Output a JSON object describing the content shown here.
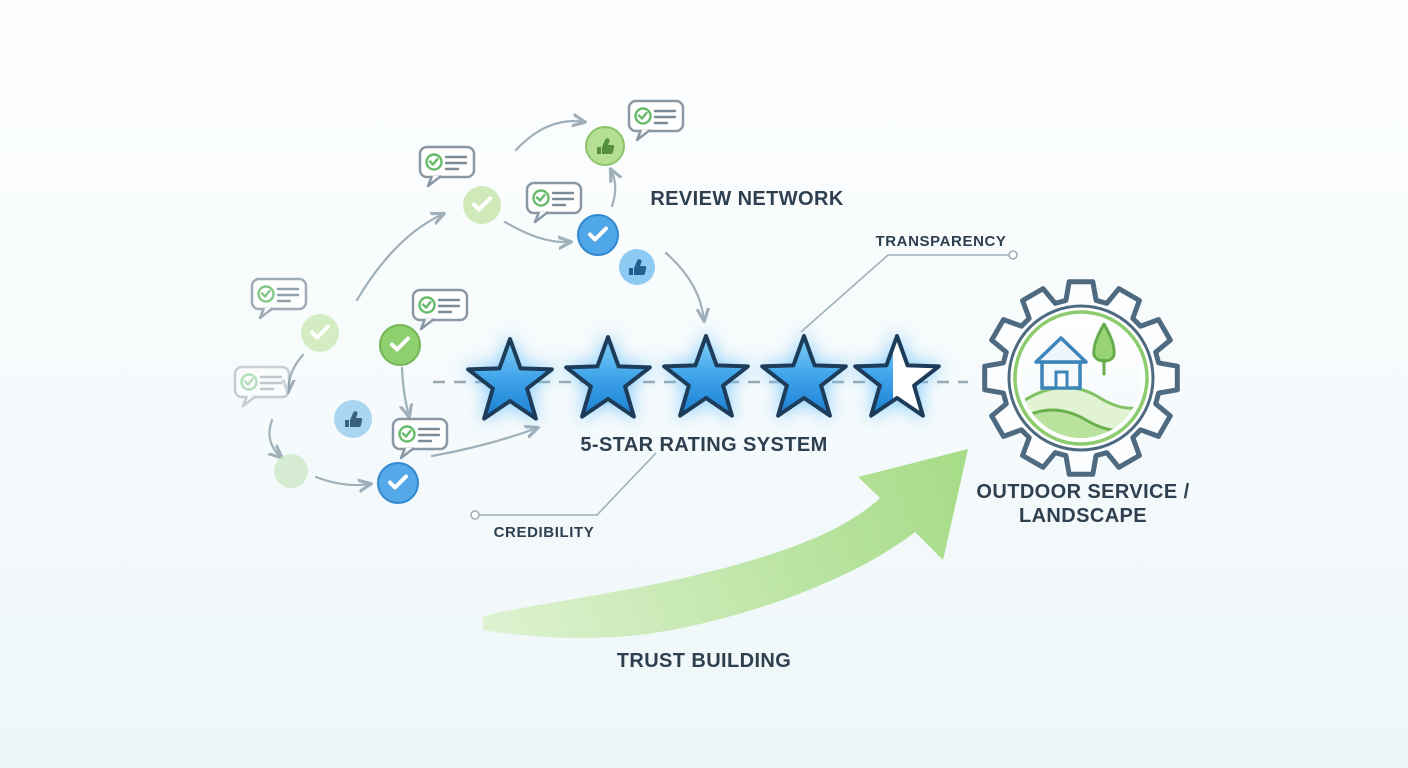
{
  "labels": {
    "review_network": "REVIEW NETWORK",
    "transparency": "TRANSPARENCY",
    "rating_system": "5-STAR RATING SYSTEM",
    "credibility": "CREDIBILITY",
    "trust_building": "TRUST BUILDING",
    "logo_line1": "OUTDOOR SERVICE /",
    "logo_line2": "LANDSCAPE"
  },
  "rating": {
    "stars_total": 5,
    "stars_filled": 4,
    "stars_half": 1,
    "value": 4.5
  },
  "icons": [
    "review-speech-bubble-icon",
    "check-circle-icon",
    "thumbs-up-circle-icon",
    "star-icon",
    "half-star-icon",
    "connector-arrow-icon",
    "growth-arrow-icon",
    "gear-icon",
    "house-icon",
    "tree-icon",
    "hills-icon"
  ],
  "colors": {
    "background_top": "#fdfefe",
    "background_bottom": "#eef6f8",
    "star_blue_light": "#7ac9f4",
    "star_blue_dark": "#1b7fd2",
    "star_outline": "#1d3c5a",
    "node_green": "#8ed06f",
    "node_light_green": "#d4ecc2",
    "node_blue": "#55a9e8",
    "node_light_blue": "#aad6f2",
    "bubble_border": "#8a98a5",
    "bubble_check_green": "#66bb6a",
    "connector_gray": "#9fb0ba",
    "growth_arrow_green": "#bce5a1",
    "gear_outline": "#4e6a80",
    "logo_ring_green": "#8ccb6e",
    "hill_green": "#b9e29c",
    "house_blue": "#3d85b8",
    "label_text": "#2e3f50"
  }
}
